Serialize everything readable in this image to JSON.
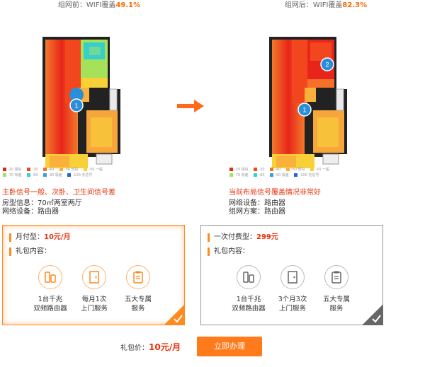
{
  "before": {
    "title_prefix": "组网前：WIFI覆盖",
    "title_pct": "49.1%",
    "status": "主卧信号一般、次卧、卫生间信号差",
    "info_lines": [
      "房型信息：70㎡两室两厅",
      "网络设备：路由器"
    ],
    "markers": [
      "1"
    ]
  },
  "after": {
    "title_prefix": "组网后：WIFI覆盖",
    "title_pct": "82.3%",
    "status": "当前布局信号覆盖情况非常好",
    "info_lines": [
      "网络设备：路由器",
      "组网方案：路由器"
    ],
    "markers": [
      "1",
      "2"
    ]
  },
  "legend": [
    {
      "label": "-20 极好",
      "color": "#e8251a"
    },
    {
      "label": "-30",
      "color": "#f2461e"
    },
    {
      "label": "-40",
      "color": "#f7702a"
    },
    {
      "label": "-50 较好",
      "color": "#fbb03b"
    },
    {
      "label": "-50 一般",
      "color": "#f7d137"
    },
    {
      "label": "-70 较差",
      "color": "#a5e25a"
    },
    {
      "label": "-80",
      "color": "#36cfc9"
    },
    {
      "label": "-90 极差",
      "color": "#3a9de0"
    },
    {
      "label": "-100 无信号",
      "color": "#2b5fd9"
    }
  ],
  "plans": [
    {
      "type": "月付型：",
      "price": "10元/月",
      "gift_label": "礼包内容：",
      "features": [
        {
          "icon": "router-icon",
          "lines": [
            "1台千兆",
            "双频路由器"
          ]
        },
        {
          "icon": "door-icon",
          "lines": [
            "每月1次",
            "上门服务"
          ]
        },
        {
          "icon": "clipboard-icon",
          "lines": [
            "五大专属",
            "服务"
          ]
        }
      ]
    },
    {
      "type": "一次付费型：",
      "price": "299元",
      "gift_label": "礼包内容：",
      "features": [
        {
          "icon": "router-icon",
          "lines": [
            "1台千兆",
            "双频路由器"
          ]
        },
        {
          "icon": "door-icon",
          "lines": [
            "3个月3次",
            "上门服务"
          ]
        },
        {
          "icon": "clipboard-icon",
          "lines": [
            "五大专属",
            "服务"
          ]
        }
      ]
    }
  ],
  "footer": {
    "price_label": "礼包价：",
    "price_value": "10元/月",
    "button_label": "立即办理"
  },
  "colors": {
    "accent": "#ff7a1a",
    "price": "#e8320c"
  }
}
